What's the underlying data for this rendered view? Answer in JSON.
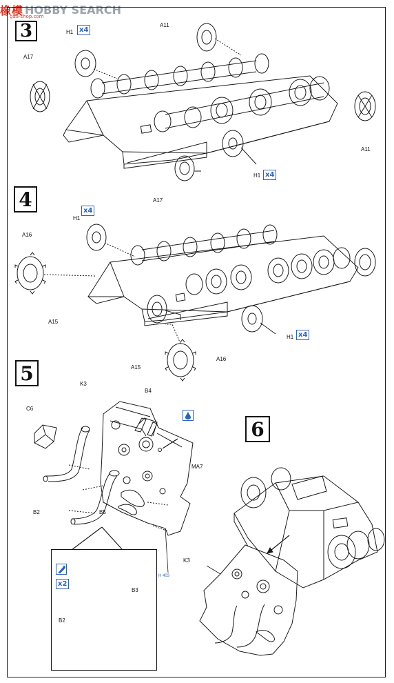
{
  "watermark": {
    "logo": "橡模",
    "text": "HOBBY SEARCH",
    "url": "gaa-shop.com"
  },
  "steps": {
    "s3": "3",
    "s4": "4",
    "s5": "5",
    "s6": "6"
  },
  "labels": {
    "s3_h1_top": "H1",
    "s3_x4_top": "x4",
    "s3_a11_top": "A11",
    "s3_a17_top": "A17",
    "s3_a11_right": "A11",
    "s3_h1_bot": "H1",
    "s3_x4_bot": "x4",
    "s3_a17_bot": "A17",
    "s4_x4_top": "x4",
    "s4_h1_top": "H1",
    "s4_a16_left": "A16",
    "s4_a15_left": "A15",
    "s4_h1_bot": "H1",
    "s4_x4_bot": "x4",
    "s4_a15_bot": "A15",
    "s4_a16_bot": "A16",
    "s5_k3": "K3",
    "s5_b4": "B4",
    "s5_c6": "C6",
    "s5_ma7": "MA7",
    "s5_b2": "B2",
    "s5_b5": "B5",
    "s5_h403": "H 403",
    "inset_x2": "x2",
    "inset_b3": "B3",
    "inset_b2": "B2",
    "s6_k3": "K3"
  },
  "colors": {
    "accent_blue": "#2d63b8",
    "line": "#1a1a1a"
  }
}
